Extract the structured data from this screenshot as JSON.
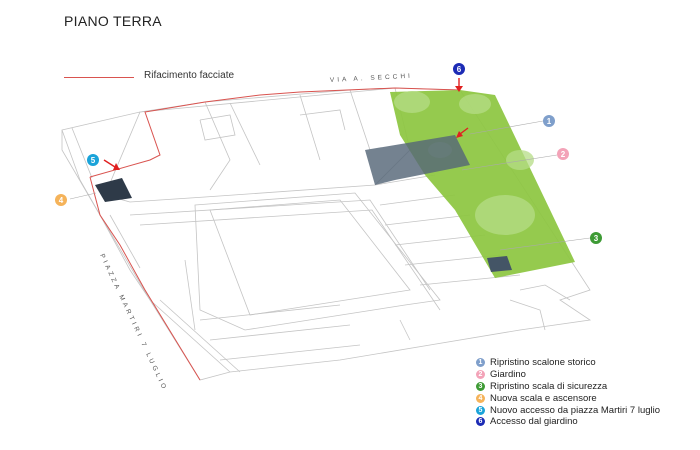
{
  "title": "PIANO TERRA",
  "facade_legend": {
    "label": "Rifacimento facciate",
    "color": "#d9534f"
  },
  "streets": {
    "via_secchi": "VIA A. SECCHI",
    "piazza_martiri": "PIAZZA MARTIRI 7 LUGLIO"
  },
  "colors": {
    "garden": "#8cc63f",
    "wall": "#bbbbbb",
    "interventions": "#445566"
  },
  "markers": [
    {
      "id": "1",
      "label": "Ripristino scalone storico",
      "color": "#7f9fcb"
    },
    {
      "id": "2",
      "label": "Giardino",
      "color": "#f3a3b8"
    },
    {
      "id": "3",
      "label": "Ripristino scala di sicurezza",
      "color": "#3e9b35"
    },
    {
      "id": "4",
      "label": "Nuova scala e ascensore",
      "color": "#f5b35a"
    },
    {
      "id": "5",
      "label": "Nuovo accesso da piazza Martiri 7 luglio",
      "color": "#1aa3d9"
    },
    {
      "id": "6",
      "label": "Accesso dal giardino",
      "color": "#1c2bb5"
    }
  ]
}
